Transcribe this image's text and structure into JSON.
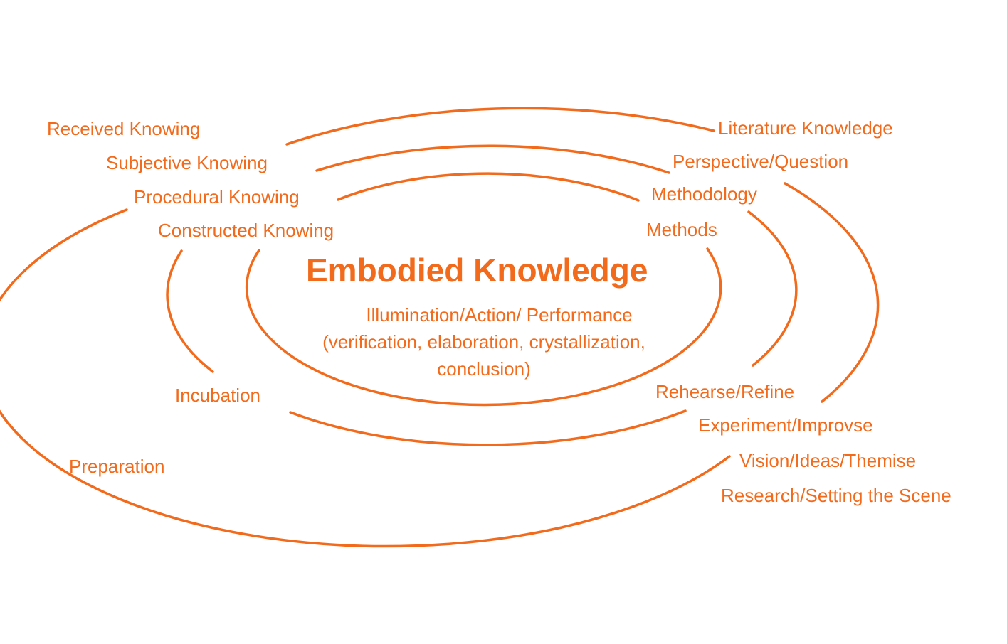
{
  "accent_color": "#f26a1b",
  "title": "Embodied Knowledge",
  "center_text": {
    "line1": "Illumination/Action/ Performance",
    "line2": "(verification, elaboration, crystallization,",
    "line3": "conclusion)"
  },
  "left_labels": {
    "received": "Received Knowing",
    "subjective": "Subjective Knowing",
    "procedural": "Procedural Knowing",
    "constructed": "Constructed Knowing",
    "incubation": "Incubation",
    "preparation": "Preparation"
  },
  "right_labels": {
    "literature": "Literature Knowledge",
    "perspective": "Perspective/Question",
    "methodology": "Methodology",
    "methods": "Methods",
    "rehearse": "Rehearse/Refine",
    "experiment": "Experiment/Improvse",
    "vision": "Vision/Ideas/Themise",
    "research": "Research/Setting the Scene"
  }
}
